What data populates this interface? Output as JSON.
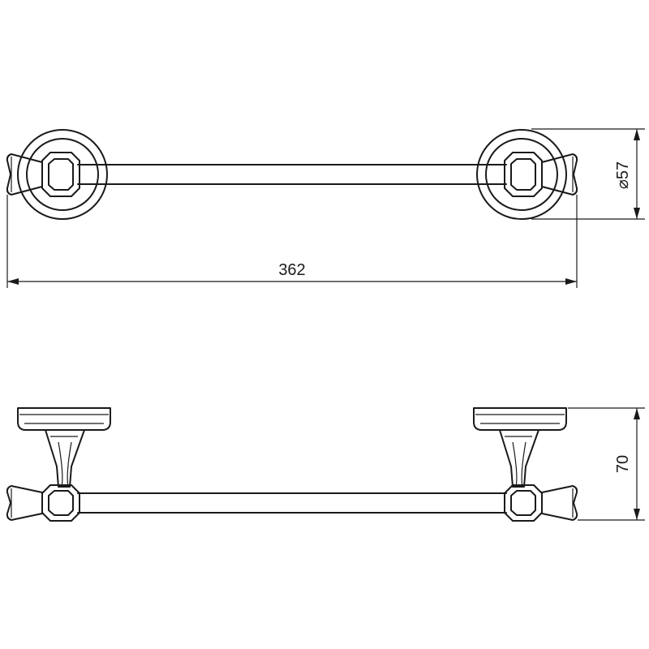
{
  "dimensions": {
    "length_label": "362",
    "diameter_label": "⌀57",
    "depth_label": "70"
  }
}
